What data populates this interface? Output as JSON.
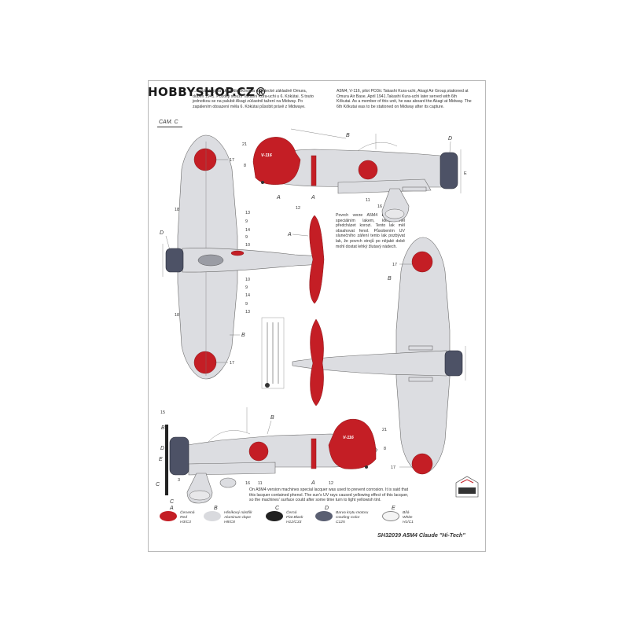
{
  "watermark": "HOBBYSHOP.CZ®",
  "camo_label": "CAM. C",
  "text_cz_top": "...tecká skupina Akagi dislokována na letecké základně Omura, duben 1941. Později sloužil Takashi Kura-uchi u 6. Kókútai. S touto jednotkou se na palubě Akagi zúčastnil tažení na Midway. Po zapálením obsazení měla 6. Kókútai působit právě z Midwaye.",
  "text_en_top": "A5M4, V-116, pilot PO3/c Takashi Kura-uchi, Akagi Air Group,stationed at Omura Air Base, April 1941.Takashi Kura-uchi later served with 6th Kôkutai. As a member of this unit, he was aboard the Akagi at Midway. The 6th Kôkutai was to be stationed on Midway after its capture.",
  "text_cz_mid": "Povrch verze A5M4 byl ošetřen speciálním lakem, který měl předcházet korozi. Tento lak měl obsahovat fenol. Působením UV slunečního záření tento lak pozbývat lak, že povrch strojů po nějaké době mohl dostat lehký žlutavý nádech.",
  "text_en_bottom": "On A5M4 version machines special lacquer was used to prevent corrosion. It is said that this lacquer contained phenol. The sun's UV rays caused yellowing effect of this lacquer, so the machines' surface could after some time turn to light yellowish tint.",
  "aircraft_code": "V-116",
  "callouts": {
    "a": "A",
    "b": "B",
    "c": "C",
    "d": "D",
    "e": "E",
    "n3": "3",
    "n8": "8",
    "n9": "9",
    "n10": "10",
    "n11": "11",
    "n12": "12",
    "n13": "13",
    "n14": "14",
    "n15": "15",
    "n16": "16",
    "n17": "17",
    "n18": "18",
    "n21": "21"
  },
  "legend": [
    {
      "letter": "A",
      "color": "#c41e25",
      "cz": "Červená",
      "en": "Red",
      "code": "H3/C3"
    },
    {
      "letter": "B",
      "color": "#d9dade",
      "cz": "Hliníkový nástřik",
      "en": "Aluminum dope",
      "code": "H8/C8"
    },
    {
      "letter": "C",
      "color": "#222222",
      "cz": "Černá",
      "en": "Flat Black",
      "code": "H12/C33"
    },
    {
      "letter": "D",
      "color": "#5a5f72",
      "cz": "Barva krytu motoru",
      "en": "Cowling Color",
      "code": "C125"
    },
    {
      "letter": "E",
      "color": "#f4f4f4",
      "cz": "Bílá",
      "en": "White",
      "code": "H1/C1"
    }
  ],
  "footer": "SH32039 A5M4 Claude \"Hi-Tech\"",
  "colors": {
    "red": "#c41e25",
    "aluminum": "#dcdde1",
    "cowling": "#4d5266",
    "outline": "#6b6b6b"
  }
}
